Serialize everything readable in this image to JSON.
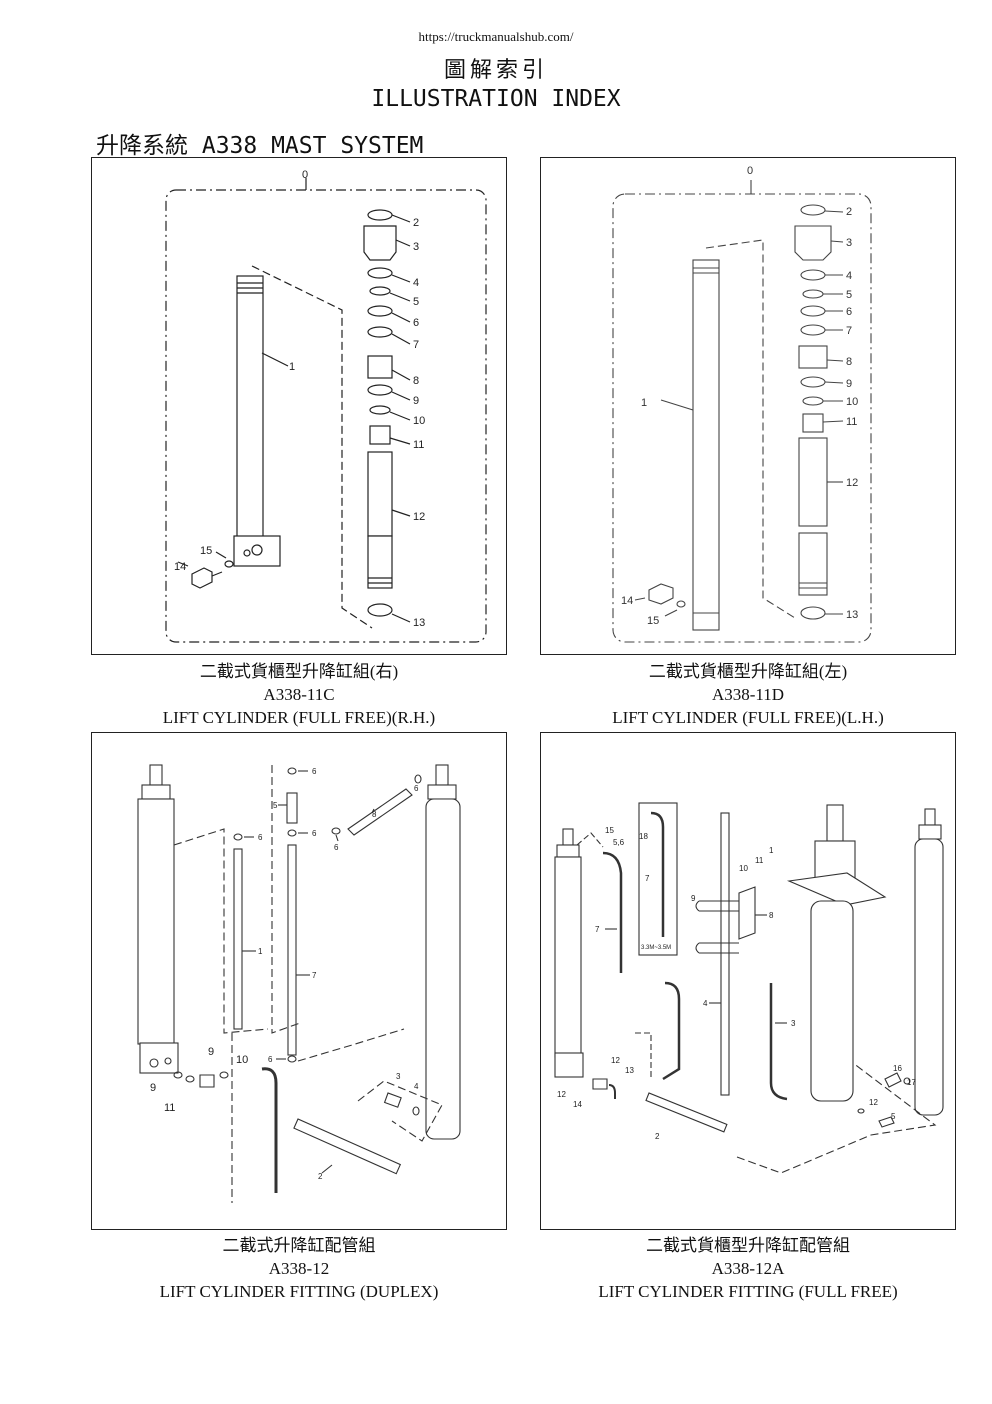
{
  "header": {
    "url": "https://truckmanualshub.com/",
    "title_zh": "圖解索引",
    "title_en": "ILLUSTRATION INDEX"
  },
  "section": {
    "title": "升降系統 A338 MAST SYSTEM"
  },
  "panels": [
    {
      "caption_zh": "二截式貨櫃型升降缸組(右)",
      "code": "A338-11C",
      "caption_en": "LIFT CYLINDER (FULL FREE)(R.H.)",
      "callouts": [
        "0",
        "1",
        "2",
        "3",
        "4",
        "5",
        "6",
        "7",
        "8",
        "9",
        "10",
        "11",
        "12",
        "13",
        "14",
        "15"
      ]
    },
    {
      "caption_zh": "二截式貨櫃型升降缸組(左)",
      "code": "A338-11D",
      "caption_en": "LIFT CYLINDER (FULL FREE)(L.H.)",
      "callouts": [
        "0",
        "1",
        "2",
        "3",
        "4",
        "5",
        "6",
        "7",
        "8",
        "9",
        "10",
        "11",
        "12",
        "13",
        "14",
        "15"
      ]
    },
    {
      "caption_zh": "二截式升降缸配管組",
      "code": "A338-12",
      "caption_en": "LIFT CYLINDER FITTING (DUPLEX)",
      "callouts": [
        "1",
        "2",
        "3",
        "4",
        "5",
        "6",
        "6",
        "6",
        "6",
        "6",
        "7",
        "8",
        "9",
        "9",
        "10",
        "11"
      ]
    },
    {
      "caption_zh": "二截式貨櫃型升降缸配管組",
      "code": "A338-12A",
      "caption_en": "LIFT CYLINDER FITTING (FULL FREE)",
      "callouts": [
        "1",
        "2",
        "3",
        "4",
        "5",
        "5,6",
        "7",
        "7",
        "8",
        "9",
        "10",
        "11",
        "12",
        "12",
        "12",
        "13",
        "14",
        "15",
        "16",
        "17",
        "18"
      ],
      "inset_label": "3.3M~3.5M"
    }
  ]
}
